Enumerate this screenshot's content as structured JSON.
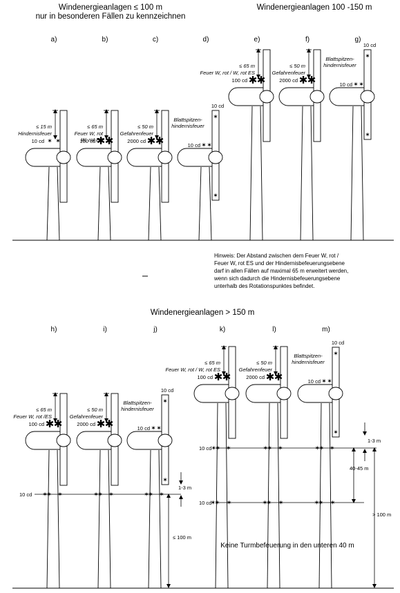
{
  "titles": {
    "small_line1": "Windenergieanlagen ≤ 100 m",
    "small_line2": "nur in besonderen Fällen zu kennzeichnen",
    "mid": "Windenergieanlagen 100 -150 m",
    "large": "Windenergieanlagen > 150 m"
  },
  "turbines": {
    "a": {
      "letter": "a)",
      "dist": "≤ 15 m",
      "l1": "Hindernisfeuer",
      "l2": "",
      "l3": "",
      "cd": "10 cd"
    },
    "b": {
      "letter": "b)",
      "dist": "≤ 65 m",
      "l1": "Feuer W, rot",
      "l2": "W, rot ES",
      "l3": "",
      "cd": "100 cd"
    },
    "c": {
      "letter": "c)",
      "dist": "≤ 50 m",
      "l1": "Gefahrenfeuer",
      "l2": "",
      "l3": "",
      "cd": "2000 cd"
    },
    "d": {
      "letter": "d)",
      "l1": "Blattspitzen-",
      "l2": "hindernisfeuer",
      "cd": "10 cd",
      "top_cd": "10 cd"
    },
    "e": {
      "letter": "e)",
      "dist": "≤ 65 m",
      "l1": "Feuer W, rot / W, rot ES",
      "cd": "100 cd"
    },
    "f": {
      "letter": "f)",
      "dist": "≤ 50 m",
      "l1": "Gefahrenfeuer",
      "cd": "2000 cd"
    },
    "g": {
      "letter": "g)",
      "l1": "Blattspitzen-",
      "l2": "hindernisfeuer",
      "cd": "10 cd",
      "top_cd": "10 cd"
    },
    "h": {
      "letter": "h)",
      "dist": "≤ 65 m",
      "l1": "Feuer W, rot /ES",
      "cd": "100 cd"
    },
    "i": {
      "letter": "i)",
      "dist": "≤ 50 m",
      "l1": "Gefahrenfeuer",
      "cd": "2000 cd"
    },
    "j": {
      "letter": "j)",
      "l1": "Blattspitzen-",
      "l2": "hindernisfeuer",
      "cd": "10 cd",
      "top_cd": "10 cd"
    },
    "k": {
      "letter": "k)",
      "dist": "≤ 65 m",
      "l1": "Feuer W, rot / W, rot ES",
      "cd": "100 cd"
    },
    "l": {
      "letter": "l)",
      "dist": "≤ 50 m",
      "l1": "Gefahrenfeuer",
      "cd": "2000 cd"
    },
    "m": {
      "letter": "m)",
      "l1": "Blattspitzen-",
      "l2": "hindernisfeuer",
      "cd": "10 cd",
      "top_cd": "10 cd"
    }
  },
  "note": [
    "Hinweis: Der Abstand zwischen dem Feuer W, rot /",
    "Feuer W, rot ES und der Hindernisbefeuerungsebene",
    "darf in allen Fällen auf maximal 65 m erweitert werden,",
    "wenn sich dadurch die Hindernisbefeuerungsebene",
    "unterhalb des Rotationspunktes befindet."
  ],
  "tower": {
    "h_cd": "10 cd",
    "h_gap": "1-3 m",
    "h_height": "≤ 100 m",
    "k_cd_upper": "10 cd",
    "k_cd_lower": "10 cd",
    "k_gap": "1-3 m",
    "k_spacing": "40-45 m",
    "k_height": "> 100 m",
    "k_note": "Keine Turmbefeuerung in den unteren 40 m"
  },
  "glyphs": {
    "big_star": "✱",
    "small_star": "✶"
  }
}
